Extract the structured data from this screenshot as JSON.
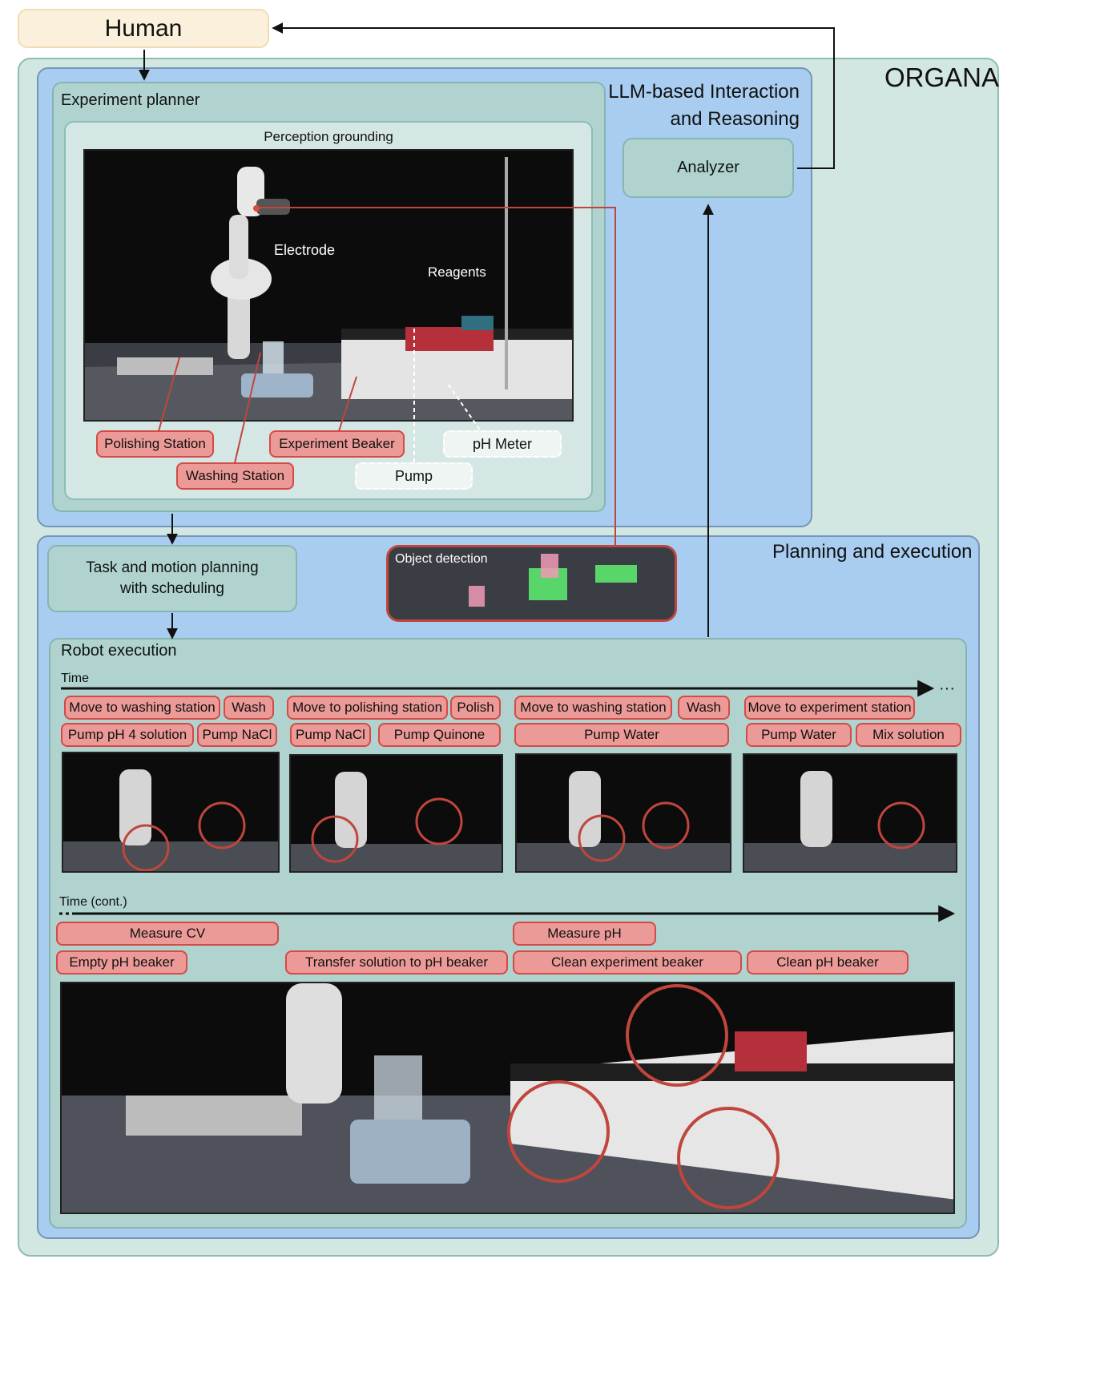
{
  "human": "Human",
  "organa": "ORGANA",
  "llm_title_line1": "LLM-based Interaction",
  "llm_title_line2": "and Reasoning",
  "analyzer": "Analyzer",
  "experiment_planner": "Experiment planner",
  "perception_grounding": "Perception grounding",
  "photo_labels": {
    "electrode": "Electrode",
    "reagents": "Reagents"
  },
  "perception_tags": {
    "polishing_station": "Polishing Station",
    "experiment_beaker": "Experiment Beaker",
    "ph_meter": "pH Meter",
    "washing_station": "Washing Station",
    "pump": "Pump"
  },
  "planning_execution": "Planning and execution",
  "task_motion_line1": "Task and motion planning",
  "task_motion_line2": "with scheduling",
  "object_detection": "Object detection",
  "robot_execution": "Robot execution",
  "time": "Time",
  "time_cont": "Time (cont.)",
  "ellipsis": "···",
  "steps_row1": [
    "Move to washing station",
    "Wash",
    "Move to polishing station",
    "Polish",
    "Move to washing station",
    "Wash",
    "Move to experiment station"
  ],
  "steps_row2": [
    "Pump pH 4 solution",
    "Pump NaCl",
    "Pump NaCl",
    "Pump Quinone",
    "Pump Water",
    "Pump Water",
    "Mix solution"
  ],
  "steps_cont": {
    "measure_cv": "Measure CV",
    "measure_ph": "Measure pH",
    "empty_ph_beaker": "Empty pH beaker",
    "transfer_solution": "Transfer solution to pH beaker",
    "clean_experiment_beaker": "Clean experiment beaker",
    "clean_ph_beaker": "Clean pH beaker"
  },
  "colors": {
    "human_bg": "#fbf0dc",
    "organa_bg": "#d2e6e2",
    "blue_bg": "#a8cdf0",
    "teal_bg": "#b0d3d0",
    "red_tag_bg": "#ec9a97",
    "red_tag_border": "#d24b46",
    "leader_line": "#c0463d"
  }
}
